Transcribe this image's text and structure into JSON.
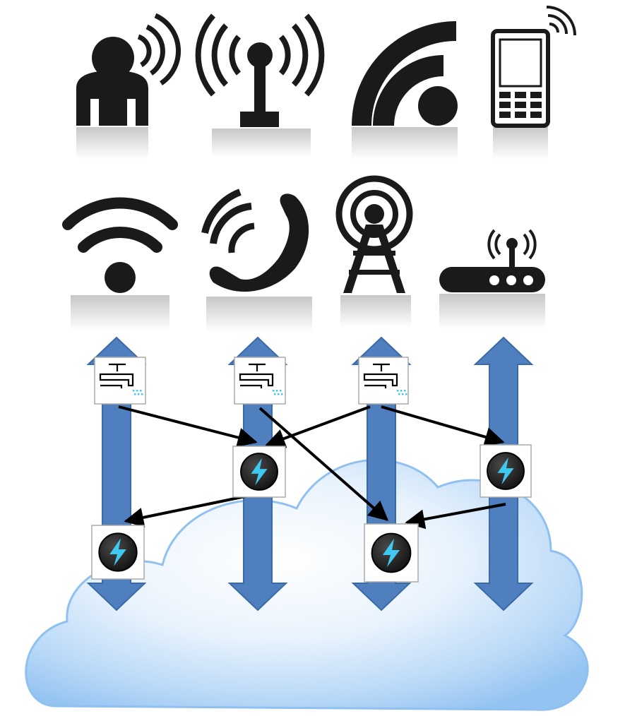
{
  "diagram": {
    "colors": {
      "icon_dark": "#1a1a1a",
      "arrow_blue": "#4f7fbf",
      "arrow_blue_edge": "#3a6aa8",
      "cloud_light": "#e9f3fd",
      "cloud_mid": "#b8d8f7",
      "cloud_edge": "#8fc0f0",
      "bolt_cyan": "#3fc8f0",
      "connector": "#000000",
      "box_border": "#aaaaaa"
    },
    "top_icons": [
      {
        "icon": "person-broadcast-icon"
      },
      {
        "icon": "radio-antenna-icon"
      },
      {
        "icon": "wifi-quarter-icon"
      },
      {
        "icon": "mobile-phone-icon"
      }
    ],
    "middle_icons": [
      {
        "icon": "wifi-icon"
      },
      {
        "icon": "phone-handset-icon"
      },
      {
        "icon": "radio-tower-icon"
      },
      {
        "icon": "wireless-router-icon"
      }
    ],
    "nodes": [
      {
        "id": "tap1",
        "icon": "water-tap-icon"
      },
      {
        "id": "tap2",
        "icon": "water-tap-icon"
      },
      {
        "id": "tap3",
        "icon": "water-tap-icon"
      },
      {
        "id": "bolt1",
        "icon": "lightning-bolt-icon"
      },
      {
        "id": "bolt2",
        "icon": "lightning-bolt-icon"
      },
      {
        "id": "bolt3",
        "icon": "lightning-bolt-icon"
      },
      {
        "id": "bolt4",
        "icon": "lightning-bolt-icon"
      }
    ],
    "edges": [
      {
        "from": "tap1",
        "to": "bolt1"
      },
      {
        "from": "tap2",
        "to": "bolt3"
      },
      {
        "from": "tap3",
        "to": "bolt1"
      },
      {
        "from": "tap3",
        "to": "bolt2"
      },
      {
        "from": "bolt1",
        "to": "bolt4"
      },
      {
        "from": "bolt2",
        "to": "bolt3"
      }
    ]
  }
}
